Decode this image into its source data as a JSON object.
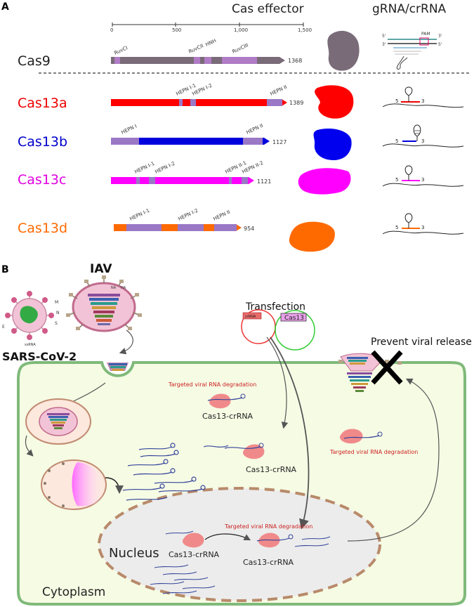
{
  "panel_a": {
    "label": "A",
    "header_effector": "Cas effector",
    "header_grna": "gRNA/crRNA",
    "ruler_ticks": [
      "0",
      "500",
      "1,000",
      "1,500"
    ],
    "pam_label": "PAM",
    "proteins": [
      {
        "name": "Cas9",
        "color": "#7a6b78",
        "length": "1368",
        "domains": [
          "RuvCI",
          "RuvCII",
          "HNH",
          "RuvCIII"
        ]
      },
      {
        "name": "Cas13a",
        "color": "#ff0000",
        "length": "1389",
        "domains": [
          "HEPN I-1",
          "HEPN I-2",
          "HEPN II"
        ]
      },
      {
        "name": "Cas13b",
        "color": "#0000dd",
        "length": "1127",
        "domains": [
          "HEPN I",
          "HEPN II"
        ]
      },
      {
        "name": "Cas13c",
        "color": "#ff00ff",
        "length": "1121",
        "domains": [
          "HEPN I-1",
          "HEPN I-2",
          "HEPN II-1",
          "HEPN II-2"
        ]
      },
      {
        "name": "Cas13d",
        "color": "#ff6a00",
        "length": "954",
        "domains": [
          "HEPN I-1",
          "HEPN I-2",
          "HEPN II"
        ]
      }
    ],
    "guide_five": "5",
    "guide_three": "3"
  },
  "panel_b": {
    "label": "B",
    "iav": "IAV",
    "sars": "SARS-CoV-2",
    "sars_parts": [
      "M",
      "N",
      "E",
      "S",
      "ssRNA"
    ],
    "iav_parts": [
      "NA",
      "HA"
    ],
    "transfection": "Transfection",
    "plasmid_crrna": "crRNA",
    "plasmid_cas13": "Cas13",
    "prevent": "Prevent viral release",
    "degradation": "Targeted viral RNA degradation",
    "complex": "Cas13-crRNA",
    "nucleus": "Nucleus",
    "cytoplasm": "Cytoplasm"
  }
}
